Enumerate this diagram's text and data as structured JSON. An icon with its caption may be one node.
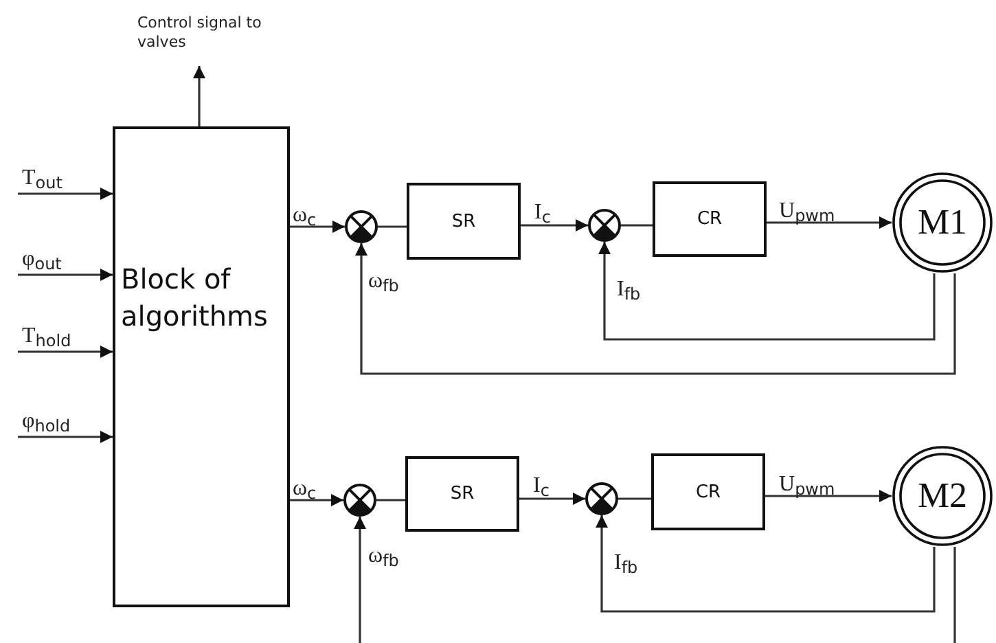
{
  "diagram": {
    "nodes": [
      {
        "text": [
          "Block of algorithms"
        ]
      },
      {
        "text": [],
        "shape": "circle"
      },
      {
        "text": [
          "SR"
        ]
      },
      {
        "text": [],
        "shape": "circle"
      },
      {
        "text": [
          "CR"
        ]
      },
      {
        "text": [
          "M1"
        ]
      },
      {
        "text": [],
        "shape": "circle"
      },
      {
        "text": [
          "SR"
        ]
      },
      {
        "text": [],
        "shape": "circle"
      },
      {
        "text": [
          "CR"
        ]
      },
      {
        "text": [
          "M2"
        ]
      }
    ],
    "edges": [
      {
        "from": null,
        "to": 0,
        "arrow": "to",
        "label": "T$_{out}$"
      },
      {
        "from": null,
        "to": 0,
        "arrow": "to",
        "label": "φ$_{out}$"
      },
      {
        "from": null,
        "to": 0,
        "arrow": "to",
        "label": "T$_{hold}$"
      },
      {
        "from": null,
        "to": 0,
        "arrow": "to",
        "label": "φ$_{hold}$"
      },
      {
        "from": 0,
        "to": null,
        "arrow": "to",
        "label": "Control signal to valves"
      },
      {
        "from": 0,
        "to": 1,
        "arrow": "to",
        "label": "ω$_{c}$"
      },
      {
        "from": 1,
        "to": 2,
        "arrow": "none"
      },
      {
        "from": 2,
        "to": 3,
        "arrow": "to",
        "label": "I$_{c}$"
      },
      {
        "from": 3,
        "to": 4,
        "arrow": "none"
      },
      {
        "from": 4,
        "to": 5,
        "arrow": "to",
        "label": "U$_{pwm}$"
      },
      {
        "from": 5,
        "to": 3,
        "arrow": "to",
        "label": "I$_{fb}$"
      },
      {
        "from": 5,
        "to": 1,
        "arrow": "to",
        "label": "ω$_{fb}$"
      },
      {
        "from": 0,
        "to": 6,
        "arrow": "to",
        "label": "ω$_{c}$"
      },
      {
        "from": 6,
        "to": 7,
        "arrow": "none"
      },
      {
        "from": 7,
        "to": 8,
        "arrow": "to",
        "label": "I$_{c}$"
      },
      {
        "from": 8,
        "to": 9,
        "arrow": "none"
      },
      {
        "from": 9,
        "to": 10,
        "arrow": "to",
        "label": "U$_{pwm}$"
      },
      {
        "from": 10,
        "to": 8,
        "arrow": "to",
        "label": "I$_{fb}$"
      },
      {
        "from": 10,
        "to": null,
        "arrow": "none"
      },
      {
        "from": null,
        "to": 6,
        "arrow": "to",
        "label": "ω$_{fb}$"
      }
    ]
  }
}
